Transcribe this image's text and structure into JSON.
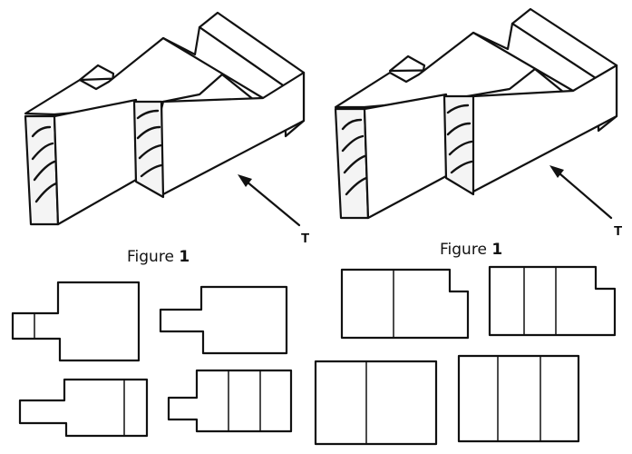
{
  "header": {
    "text": ""
  },
  "figures": [
    {
      "caption_prefix": "Figure ",
      "caption_number": "1",
      "arrow_label": "T"
    },
    {
      "caption_prefix": "Figure ",
      "caption_number": "1",
      "arrow_label": "T"
    }
  ],
  "options": {
    "count": 8
  }
}
